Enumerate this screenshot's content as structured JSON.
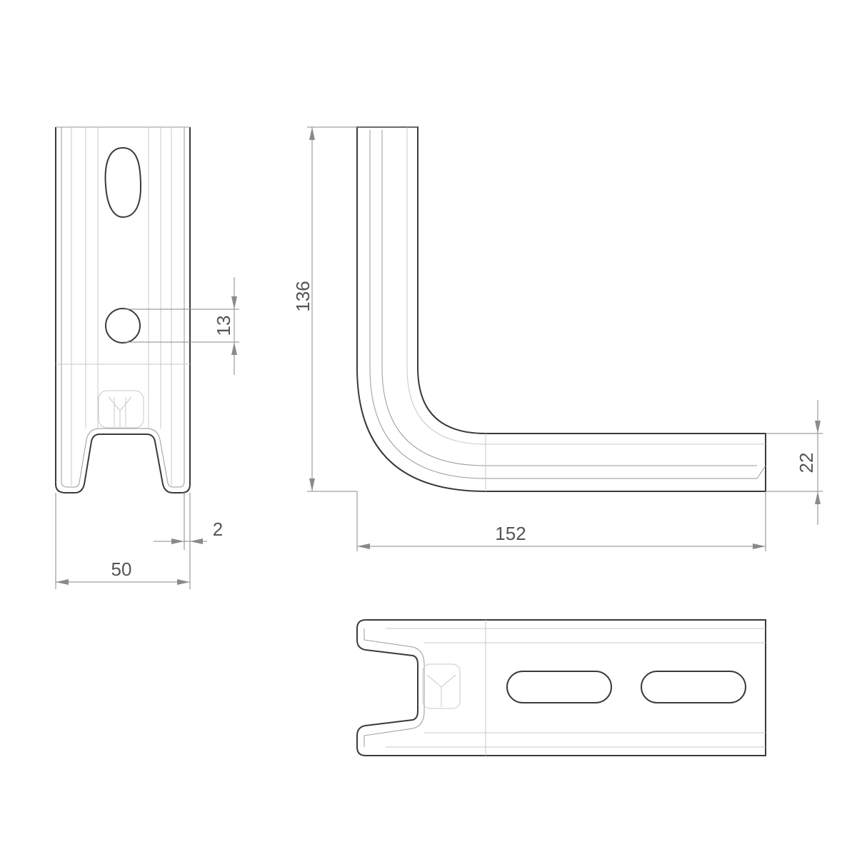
{
  "dimensions": {
    "hole_diameter": "13",
    "thickness": "2",
    "width": "50",
    "height": "136",
    "length": "152",
    "arm_height": "22"
  },
  "colors": {
    "outline": "#3a3a3a",
    "dimension": "#8a8a8a",
    "text": "#555555"
  }
}
